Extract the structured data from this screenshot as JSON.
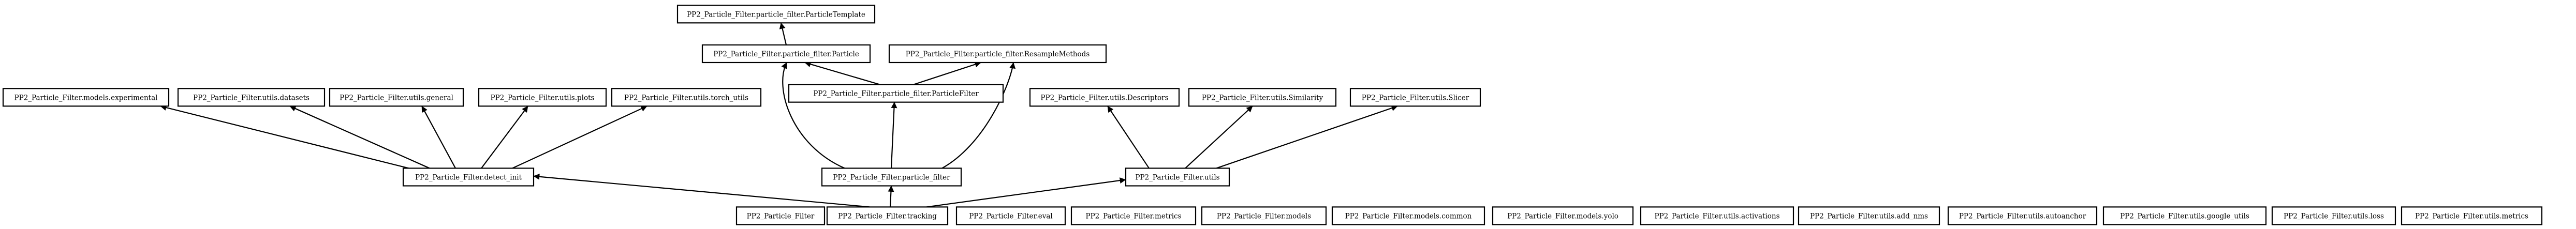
{
  "nodes": [
    {
      "id": "particle_template",
      "label": "PP2_Particle_Filter.particle_filter.ParticleTemplate"
    },
    {
      "id": "particle",
      "label": "PP2_Particle_Filter.particle_filter.Particle"
    },
    {
      "id": "resample_methods",
      "label": "PP2_Particle_Filter.particle_filter.ResampleMethods"
    },
    {
      "id": "particle_filter_cls",
      "label": "PP2_Particle_Filter.particle_filter.ParticleFilter"
    },
    {
      "id": "particle_filter_mod",
      "label": "PP2_Particle_Filter.particle_filter"
    },
    {
      "id": "models_experimental",
      "label": "PP2_Particle_Filter.models.experimental"
    },
    {
      "id": "utils_datasets",
      "label": "PP2_Particle_Filter.utils.datasets"
    },
    {
      "id": "utils_general",
      "label": "PP2_Particle_Filter.utils.general"
    },
    {
      "id": "utils_plots",
      "label": "PP2_Particle_Filter.utils.plots"
    },
    {
      "id": "utils_torch_utils",
      "label": "PP2_Particle_Filter.utils.torch_utils"
    },
    {
      "id": "detect_init",
      "label": "PP2_Particle_Filter.detect_init"
    },
    {
      "id": "utils_descriptors",
      "label": "PP2_Particle_Filter.utils.Descriptors"
    },
    {
      "id": "utils_similarity",
      "label": "PP2_Particle_Filter.utils.Similarity"
    },
    {
      "id": "utils_slicer",
      "label": "PP2_Particle_Filter.utils.Slicer"
    },
    {
      "id": "utils",
      "label": "PP2_Particle_Filter.utils"
    },
    {
      "id": "pkg",
      "label": "PP2_Particle_Filter"
    },
    {
      "id": "tracking",
      "label": "PP2_Particle_Filter.tracking"
    },
    {
      "id": "eval",
      "label": "PP2_Particle_Filter.eval"
    },
    {
      "id": "metrics",
      "label": "PP2_Particle_Filter.metrics"
    },
    {
      "id": "models",
      "label": "PP2_Particle_Filter.models"
    },
    {
      "id": "models_common",
      "label": "PP2_Particle_Filter.models.common"
    },
    {
      "id": "models_yolo",
      "label": "PP2_Particle_Filter.models.yolo"
    },
    {
      "id": "utils_activations",
      "label": "PP2_Particle_Filter.utils.activations"
    },
    {
      "id": "utils_add_nms",
      "label": "PP2_Particle_Filter.utils.add_nms"
    },
    {
      "id": "utils_autoanchor",
      "label": "PP2_Particle_Filter.utils.autoanchor"
    },
    {
      "id": "utils_google_utils",
      "label": "PP2_Particle_Filter.utils.google_utils"
    },
    {
      "id": "utils_loss",
      "label": "PP2_Particle_Filter.utils.loss"
    },
    {
      "id": "utils_metrics",
      "label": "PP2_Particle_Filter.utils.metrics"
    }
  ],
  "edges": [
    {
      "from": "particle",
      "to": "particle_template"
    },
    {
      "from": "particle_filter_cls",
      "to": "particle"
    },
    {
      "from": "particle_filter_cls",
      "to": "resample_methods"
    },
    {
      "from": "particle_filter_mod",
      "to": "particle"
    },
    {
      "from": "particle_filter_mod",
      "to": "resample_methods"
    },
    {
      "from": "particle_filter_mod",
      "to": "particle_filter_cls"
    },
    {
      "from": "detect_init",
      "to": "models_experimental"
    },
    {
      "from": "detect_init",
      "to": "utils_datasets"
    },
    {
      "from": "detect_init",
      "to": "utils_general"
    },
    {
      "from": "detect_init",
      "to": "utils_plots"
    },
    {
      "from": "detect_init",
      "to": "utils_torch_utils"
    },
    {
      "from": "utils",
      "to": "utils_descriptors"
    },
    {
      "from": "utils",
      "to": "utils_similarity"
    },
    {
      "from": "utils",
      "to": "utils_slicer"
    },
    {
      "from": "tracking",
      "to": "detect_init"
    },
    {
      "from": "tracking",
      "to": "particle_filter_mod"
    },
    {
      "from": "tracking",
      "to": "utils"
    }
  ]
}
